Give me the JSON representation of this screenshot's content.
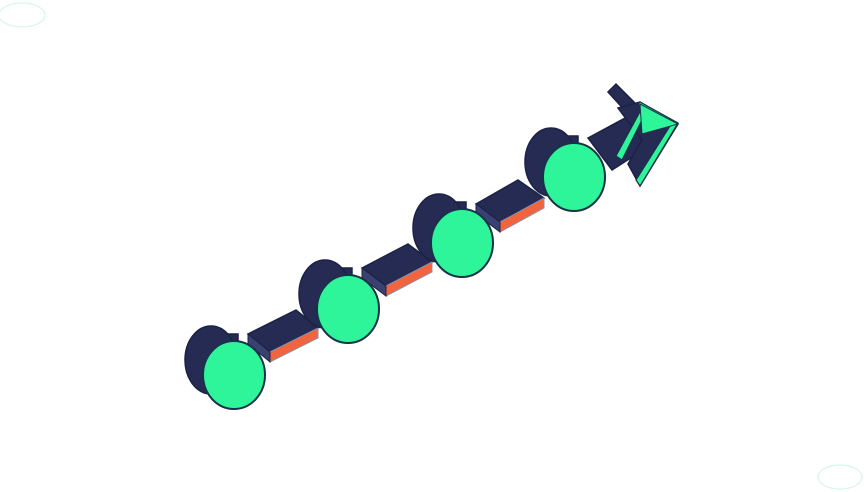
{
  "illustration": {
    "subject": "isometric-progress-arrow",
    "node_count": 4,
    "connector_count": 3,
    "has_arrowhead": true
  },
  "colors": {
    "background": "#ffffff",
    "navy": "#252B53",
    "navy_outline": "#1C2245",
    "side_shade": "#3A4170",
    "green": "#2EF59A",
    "green_outline": "#17324A",
    "orange": "#F2643E",
    "gray": "#8A8FA8",
    "corner_ellipse": "#D8F5EC"
  },
  "icons": {
    "arrowhead": "chevron-arrow-icon",
    "node": "cylinder-node-icon"
  }
}
